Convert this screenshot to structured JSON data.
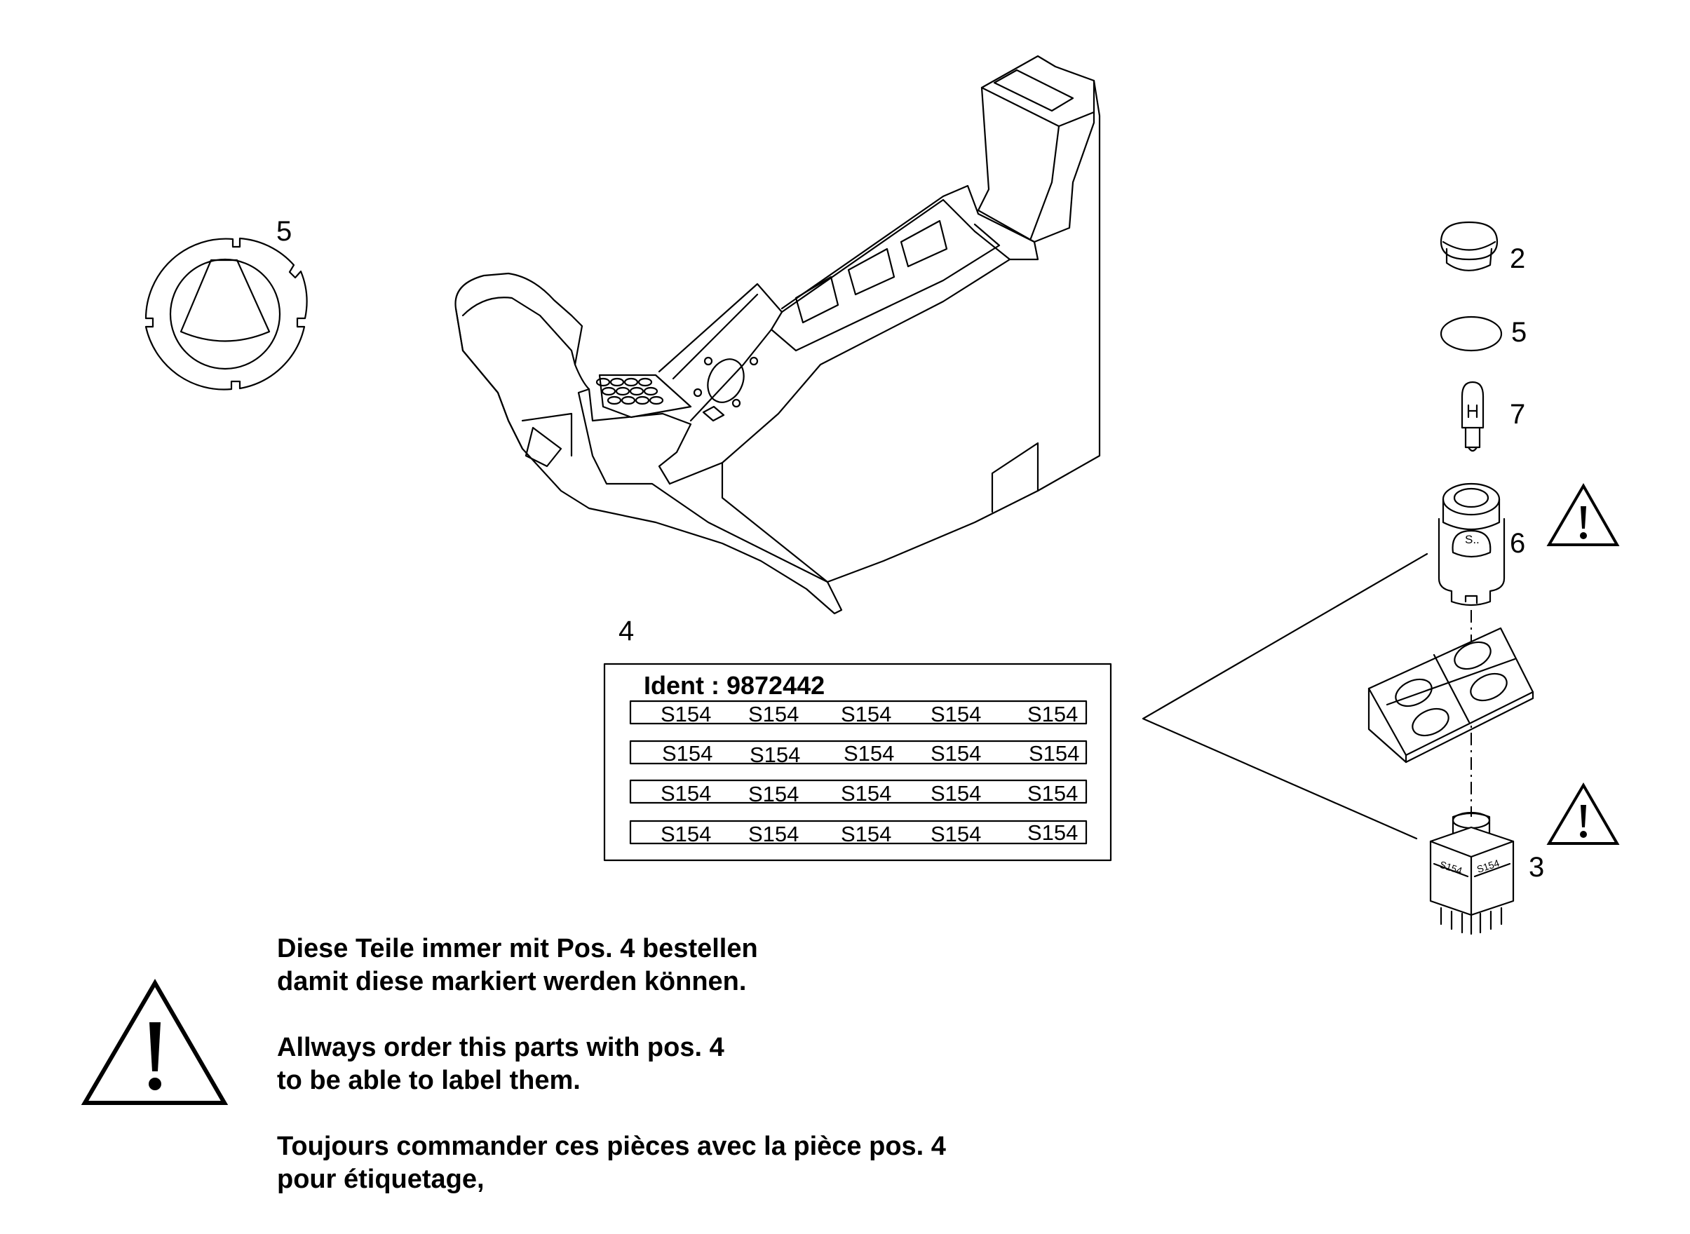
{
  "positions": {
    "ring_nut": "5",
    "cap": "2",
    "o_ring": "5",
    "bulb": "7",
    "switch_cap": "6",
    "label_sheet": "4",
    "switch": "3"
  },
  "label_sheet": {
    "ident": "Ident : 9872442",
    "rows": [
      [
        "S154",
        "S154",
        "S154",
        "S154",
        "S154"
      ],
      [
        "S154",
        "S154",
        "S154",
        "S154",
        "S154"
      ],
      [
        "S154",
        "S154",
        "S154",
        "S154",
        "S154"
      ],
      [
        "S154",
        "S154",
        "S154",
        "S154",
        "S154"
      ]
    ]
  },
  "part_markings": {
    "switch_cap_marking": "S..",
    "switch_label_left": "S154",
    "switch_label_right": "S154"
  },
  "notes": {
    "de": "Diese Teile immer mit Pos. 4 bestellen\ndamit diese markiert werden können.",
    "en": "Allways order this parts with pos. 4\nto be able to label them.",
    "fr": "Toujours commander ces pièces avec la pièce pos. 4\npour étiquetage,"
  },
  "icons": {
    "warning": "warning-triangle-icon"
  }
}
